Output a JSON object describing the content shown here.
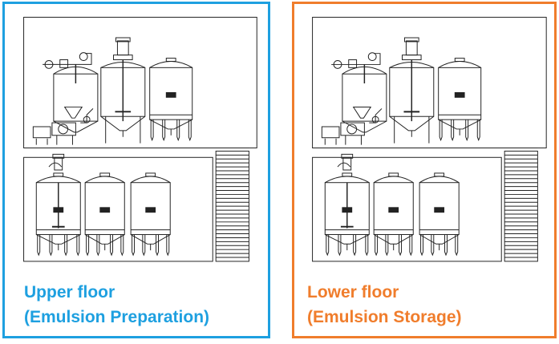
{
  "colors": {
    "left_accent": "#1ea0e0",
    "right_accent": "#f07d2c",
    "line": "#222222"
  },
  "panels": [
    {
      "id": "left",
      "caption_line1": "Upper floor",
      "caption_line2": "(Emulsion Preparation)"
    },
    {
      "id": "right",
      "caption_line1": "Lower floor",
      "caption_line2": "(Emulsion Storage)"
    }
  ],
  "drawing": {
    "upper_floor_tanks": [
      "mixing-vessel",
      "conical-mixing-tank",
      "storage-tank"
    ],
    "lower_floor_tanks": [
      "mixer-tank",
      "storage-tank",
      "storage-tank"
    ],
    "icons": [
      "control-panel-icon",
      "pump-icon",
      "motor-icon",
      "staircase-icon"
    ]
  }
}
